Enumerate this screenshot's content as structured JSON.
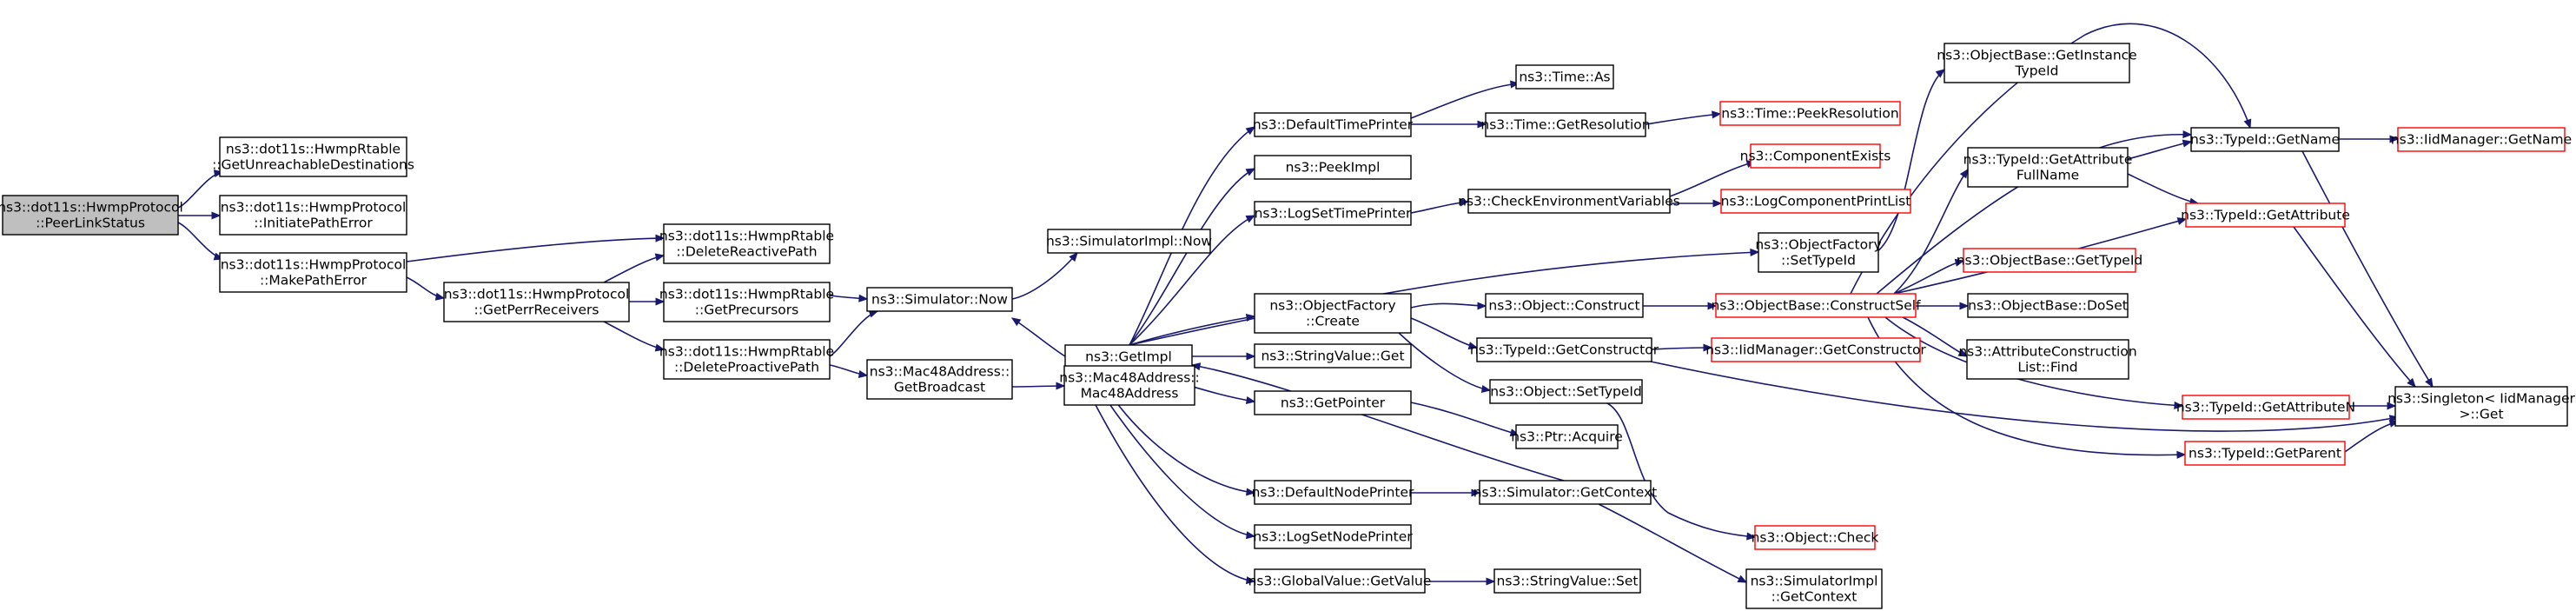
{
  "colors": {
    "edge": "#191970",
    "border": "#000000",
    "border_red": "#ff0000",
    "root_fill": "#bfbfbf",
    "node_fill": "#ffffff"
  },
  "nodes": [
    {
      "id": "peerlinkstatus",
      "lines": [
        "ns3::dot11s::HwmpProtocol",
        "::PeerLinkStatus"
      ],
      "style": "root"
    },
    {
      "id": "getunreachable",
      "lines": [
        "ns3::dot11s::HwmpRtable",
        "::GetUnreachableDestinations"
      ],
      "style": "normal"
    },
    {
      "id": "initiatepatherror",
      "lines": [
        "ns3::dot11s::HwmpProtocol",
        "::InitiatePathError"
      ],
      "style": "normal"
    },
    {
      "id": "makepatherror",
      "lines": [
        "ns3::dot11s::HwmpProtocol",
        "::MakePathError"
      ],
      "style": "normal"
    },
    {
      "id": "getperrreceivers",
      "lines": [
        "ns3::dot11s::HwmpProtocol",
        "::GetPerrReceivers"
      ],
      "style": "normal"
    },
    {
      "id": "deletereactivepath",
      "lines": [
        "ns3::dot11s::HwmpRtable",
        "::DeleteReactivePath"
      ],
      "style": "normal"
    },
    {
      "id": "getprecursors",
      "lines": [
        "ns3::dot11s::HwmpRtable",
        "::GetPrecursors"
      ],
      "style": "normal"
    },
    {
      "id": "deleteproactivepath",
      "lines": [
        "ns3::dot11s::HwmpRtable",
        "::DeleteProactivePath"
      ],
      "style": "normal"
    },
    {
      "id": "simnow",
      "lines": [
        "ns3::Simulator::Now"
      ],
      "style": "normal"
    },
    {
      "id": "getbroadcast",
      "lines": [
        "ns3::Mac48Address::",
        "GetBroadcast"
      ],
      "style": "normal"
    },
    {
      "id": "simimplnow",
      "lines": [
        "ns3::SimulatorImpl::Now"
      ],
      "style": "normal"
    },
    {
      "id": "getimpl",
      "lines": [
        "ns3::GetImpl"
      ],
      "style": "normal"
    },
    {
      "id": "mac48ctor",
      "lines": [
        "ns3::Mac48Address::",
        "Mac48Address"
      ],
      "style": "normal"
    },
    {
      "id": "defaulttimeprinter",
      "lines": [
        "ns3::DefaultTimePrinter"
      ],
      "style": "normal"
    },
    {
      "id": "peekimpl",
      "lines": [
        "ns3::PeekImpl"
      ],
      "style": "normal"
    },
    {
      "id": "logsettimeprinter",
      "lines": [
        "ns3::LogSetTimePrinter"
      ],
      "style": "normal"
    },
    {
      "id": "objectfactorycreate",
      "lines": [
        "ns3::ObjectFactory",
        "::Create"
      ],
      "style": "normal"
    },
    {
      "id": "stringvalueget",
      "lines": [
        "ns3::StringValue::Get"
      ],
      "style": "normal"
    },
    {
      "id": "getpointer",
      "lines": [
        "ns3::GetPointer"
      ],
      "style": "normal"
    },
    {
      "id": "defaultnodeprinter",
      "lines": [
        "ns3::DefaultNodePrinter"
      ],
      "style": "normal"
    },
    {
      "id": "logsetnodeprinter",
      "lines": [
        "ns3::LogSetNodePrinter"
      ],
      "style": "normal"
    },
    {
      "id": "globalvaluegetvalue",
      "lines": [
        "ns3::GlobalValue::GetValue"
      ],
      "style": "normal"
    },
    {
      "id": "timeas",
      "lines": [
        "ns3::Time::As"
      ],
      "style": "normal"
    },
    {
      "id": "timegetresolution",
      "lines": [
        "ns3::Time::GetResolution"
      ],
      "style": "normal"
    },
    {
      "id": "checkenvvars",
      "lines": [
        "ns3::CheckEnvironmentVariables"
      ],
      "style": "normal"
    },
    {
      "id": "objectconstruct",
      "lines": [
        "ns3::Object::Construct"
      ],
      "style": "normal"
    },
    {
      "id": "typeidgetconstructor",
      "lines": [
        "ns3::TypeId::GetConstructor"
      ],
      "style": "normal"
    },
    {
      "id": "objectsettypeid",
      "lines": [
        "ns3::Object::SetTypeId"
      ],
      "style": "normal"
    },
    {
      "id": "ptracquire",
      "lines": [
        "ns3::Ptr::Acquire"
      ],
      "style": "normal"
    },
    {
      "id": "simgetcontext",
      "lines": [
        "ns3::Simulator::GetContext"
      ],
      "style": "normal"
    },
    {
      "id": "stringvalueset",
      "lines": [
        "ns3::StringValue::Set"
      ],
      "style": "normal"
    },
    {
      "id": "timepeekresolution",
      "lines": [
        "ns3::Time::PeekResolution"
      ],
      "style": "red"
    },
    {
      "id": "componentexists",
      "lines": [
        "ns3::ComponentExists"
      ],
      "style": "red"
    },
    {
      "id": "logcomponentprintlist",
      "lines": [
        "ns3::LogComponentPrintList"
      ],
      "style": "red"
    },
    {
      "id": "objectfactorysettypeid",
      "lines": [
        "ns3::ObjectFactory",
        "::SetTypeId"
      ],
      "style": "normal"
    },
    {
      "id": "constructself",
      "lines": [
        "ns3::ObjectBase::ConstructSelf"
      ],
      "style": "red"
    },
    {
      "id": "iidgetconstructor",
      "lines": [
        "ns3::IidManager::GetConstructor"
      ],
      "style": "red"
    },
    {
      "id": "objectcheck",
      "lines": [
        "ns3::Object::Check"
      ],
      "style": "red"
    },
    {
      "id": "simimplgetcontext",
      "lines": [
        "ns3::SimulatorImpl",
        "::GetContext"
      ],
      "style": "normal"
    },
    {
      "id": "getinstancetypeid",
      "lines": [
        "ns3::ObjectBase::GetInstance",
        "TypeId"
      ],
      "style": "normal"
    },
    {
      "id": "getattributefullname",
      "lines": [
        "ns3::TypeId::GetAttribute",
        "FullName"
      ],
      "style": "normal"
    },
    {
      "id": "objectbasegettypeid",
      "lines": [
        "ns3::ObjectBase::GetTypeId"
      ],
      "style": "red"
    },
    {
      "id": "objectbasedoset",
      "lines": [
        "ns3::ObjectBase::DoSet"
      ],
      "style": "normal"
    },
    {
      "id": "attrconstructionfind",
      "lines": [
        "ns3::AttributeConstruction",
        "List::Find"
      ],
      "style": "normal"
    },
    {
      "id": "typeidgetname",
      "lines": [
        "ns3::TypeId::GetName"
      ],
      "style": "normal"
    },
    {
      "id": "typeidgetattribute",
      "lines": [
        "ns3::TypeId::GetAttribute"
      ],
      "style": "red"
    },
    {
      "id": "typeidgetattributen",
      "lines": [
        "ns3::TypeId::GetAttributeN"
      ],
      "style": "red"
    },
    {
      "id": "typeidgetparent",
      "lines": [
        "ns3::TypeId::GetParent"
      ],
      "style": "red"
    },
    {
      "id": "iidgetname",
      "lines": [
        "ns3::IidManager::GetName"
      ],
      "style": "red"
    },
    {
      "id": "singletonget",
      "lines": [
        "ns3::Singleton< IidManager",
        ">::Get"
      ],
      "style": "normal"
    }
  ]
}
